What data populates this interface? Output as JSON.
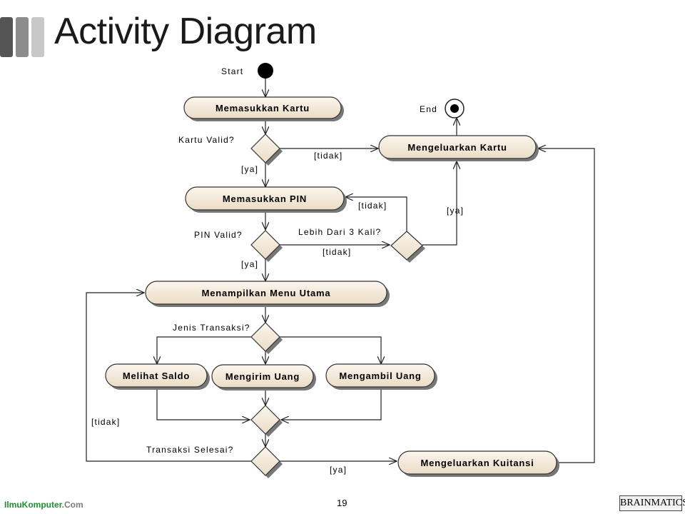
{
  "slide": {
    "title": "Activity Diagram",
    "page_number": "19",
    "footer_left": {
      "part1": "IlmuKomputer",
      "part2": ".Com"
    },
    "footer_right": "BRAINMATICS",
    "accent_bars": [
      "#555555",
      "#8c8c8c",
      "#c8c8c8"
    ]
  },
  "diagram": {
    "start_label": "Start",
    "end_label": "End",
    "activities": {
      "insert_card": "Memasukkan Kartu",
      "insert_pin": "Memasukkan PIN",
      "main_menu": "Menampilkan Menu Utama",
      "view_balance": "Melihat Saldo",
      "send_money": "Mengirim Uang",
      "withdraw_money": "Mengambil Uang",
      "eject_card": "Mengeluarkan Kartu",
      "print_receipt": "Mengeluarkan Kuitansi"
    },
    "decisions": {
      "card_valid": "Kartu Valid?",
      "pin_valid": "PIN Valid?",
      "more_than_3": "Lebih Dari 3 Kali?",
      "transaction_type": "Jenis Transaksi?",
      "transaction_done": "Transaksi Selesai?"
    },
    "guards": {
      "card_invalid": "[tidak]",
      "card_valid": "[ya]",
      "pin_valid": "[ya]",
      "pin_invalid": "[tidak]",
      "retry": "[tidak]",
      "too_many": "[ya]",
      "not_done": "[tidak]",
      "done": "[ya]"
    }
  }
}
